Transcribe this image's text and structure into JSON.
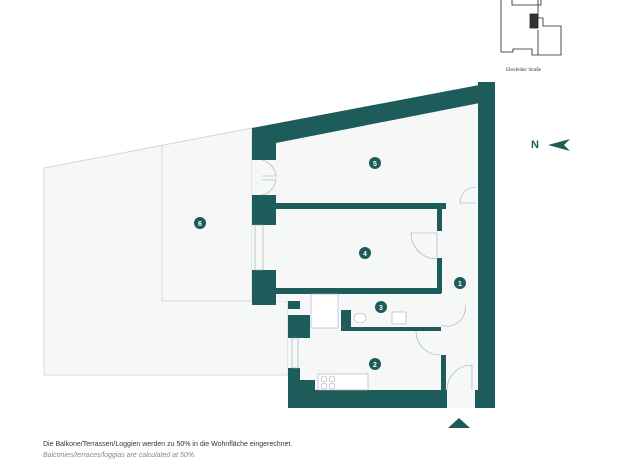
{
  "site_plan": {
    "street_label": "Eberfelder Straße"
  },
  "north_label": "N",
  "rooms": [
    {
      "number": "1"
    },
    {
      "number": "2"
    },
    {
      "number": "3"
    },
    {
      "number": "4"
    },
    {
      "number": "5"
    },
    {
      "number": "6"
    }
  ],
  "notes": {
    "de": "Die Balkone/Terrassen/Loggien werden  zu 50% in die Wohnfläche eingerechnet.",
    "en": "Balconies/terraces/loggias are calculated at 50%."
  },
  "colors": {
    "wall": "#1d5c5a",
    "floor": "#f6f8f8",
    "line": "#c9cfcf"
  }
}
